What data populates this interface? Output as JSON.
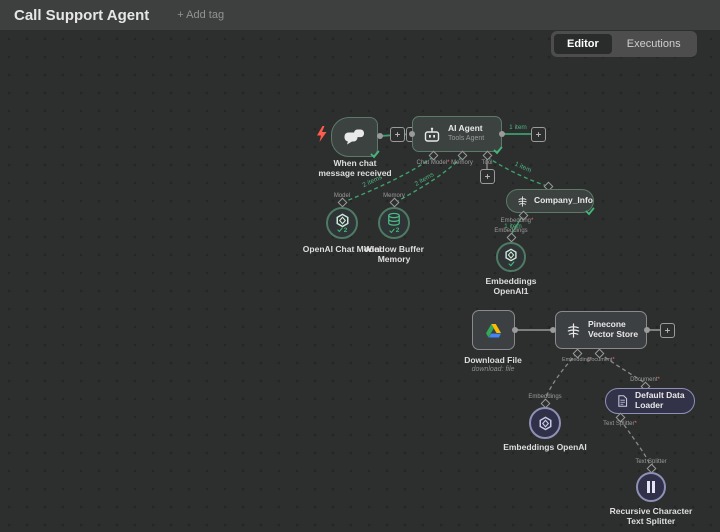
{
  "header": {
    "title": "Call Support Agent",
    "add_tag": "+ Add tag"
  },
  "tabs": {
    "editor": "Editor",
    "executions": "Executions"
  },
  "marker": "*",
  "workflow": {
    "trigger": {
      "label": "When chat message received"
    },
    "ai_agent": {
      "title": "AI Agent",
      "subtitle": "Tools Agent",
      "output_items": "1 item",
      "inputs": {
        "chat_model": "Chat Model",
        "memory": "Memory",
        "tool": "Tool"
      }
    },
    "edges": {
      "chat_model_items": "2 items",
      "memory_items": "2 items",
      "tool_items": "1 item",
      "embedding_items": "1 item"
    },
    "openai_chat_model": {
      "label": "OpenAI Chat Model",
      "connector": "Model",
      "runs": "2"
    },
    "window_buffer_memory": {
      "label": "Window Buffer Memory",
      "connector": "Memory",
      "runs": "2"
    },
    "company_info": {
      "title": "Company_Info",
      "bottom_connector": "Embedding"
    },
    "embeddings_openai1": {
      "label": "Embeddings OpenAI1",
      "connector": "Embeddings"
    },
    "download_file": {
      "title": "Download File",
      "subtitle": "download: file"
    },
    "pinecone": {
      "title": "Pinecone Vector Store",
      "inputs": {
        "embedding": "Embedding",
        "document": "Document"
      }
    },
    "embeddings_openai": {
      "label": "Embeddings OpenAI",
      "connector": "Embeddings"
    },
    "default_data_loader": {
      "title": "Default Data Loader",
      "top_connector": "Document",
      "bottom_connector": "Text Splitter"
    },
    "recursive_splitter": {
      "label": "Recursive Character Text Splitter",
      "connector": "Text Splitter"
    }
  },
  "colors": {
    "success_green": "#3da06d",
    "items_green": "#4db380",
    "canvas_bg": "#2d2e2e",
    "header_bg": "#3e4040",
    "node_gray": "#3d4043",
    "subnode_purple": "#323349",
    "required_red": "#ff6d5a"
  }
}
